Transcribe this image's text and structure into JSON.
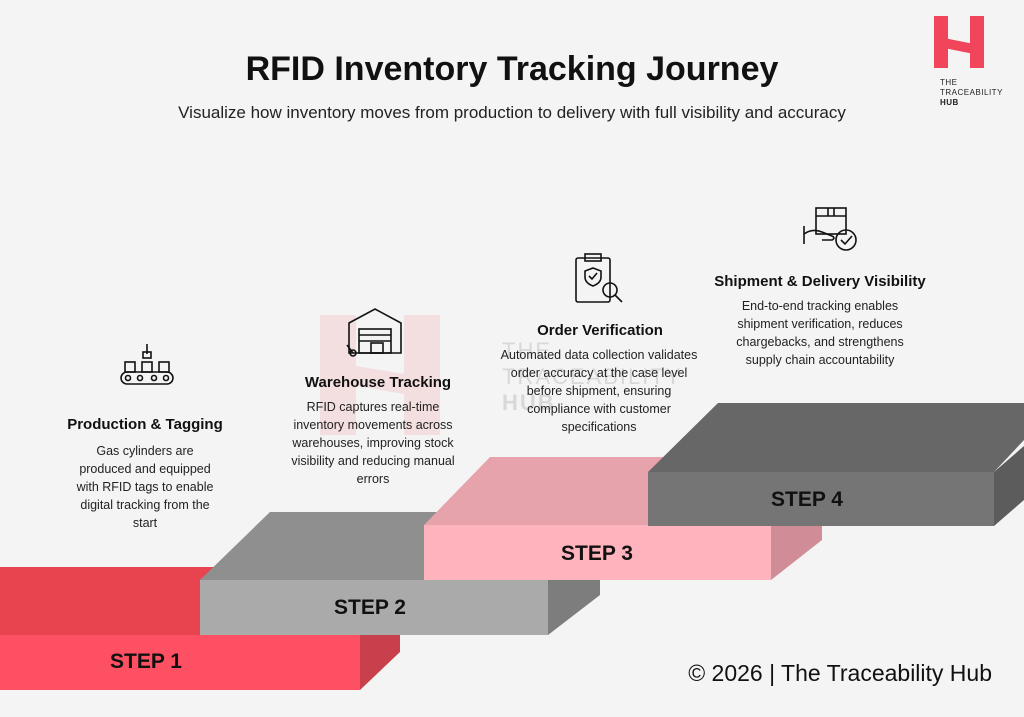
{
  "header": {
    "title": "RFID Inventory Tracking Journey",
    "subtitle": "Visualize how inventory moves from production to delivery with full visibility and accuracy"
  },
  "brand": {
    "line1": "THE",
    "line2": "TRACEABILITY",
    "line3": "HUB",
    "watermark_line1": "THE",
    "watermark_line2": "TRACEABILITY",
    "watermark_line3": "HUB",
    "accent_color": "#f0455a"
  },
  "steps": [
    {
      "label": "STEP 1",
      "title": "Production & Tagging",
      "description": "Gas cylinders are produced and equipped with RFID tags to enable digital tracking from the start",
      "icon": "conveyor-icon",
      "color": "#fe5063"
    },
    {
      "label": "STEP 2",
      "title": "Warehouse Tracking",
      "description": "RFID captures real-time inventory movements across warehouses, improving stock visibility and reducing manual errors",
      "icon": "warehouse-icon",
      "color": "#aaaaaa"
    },
    {
      "label": "STEP 3",
      "title": "Order Verification",
      "description": "Automated data collection validates order accuracy at the case level before shipment, ensuring compliance with customer specifications",
      "icon": "clipboard-check-icon",
      "color": "#ffb3bc"
    },
    {
      "label": "STEP 4",
      "title": "Shipment & Delivery Visibility",
      "description": "End-to-end tracking enables shipment verification, reduces chargebacks, and strengthens supply chain accountability",
      "icon": "delivery-box-icon",
      "color": "#757575"
    }
  ],
  "footer": {
    "copyright": "© 2026 | The Traceability Hub"
  }
}
